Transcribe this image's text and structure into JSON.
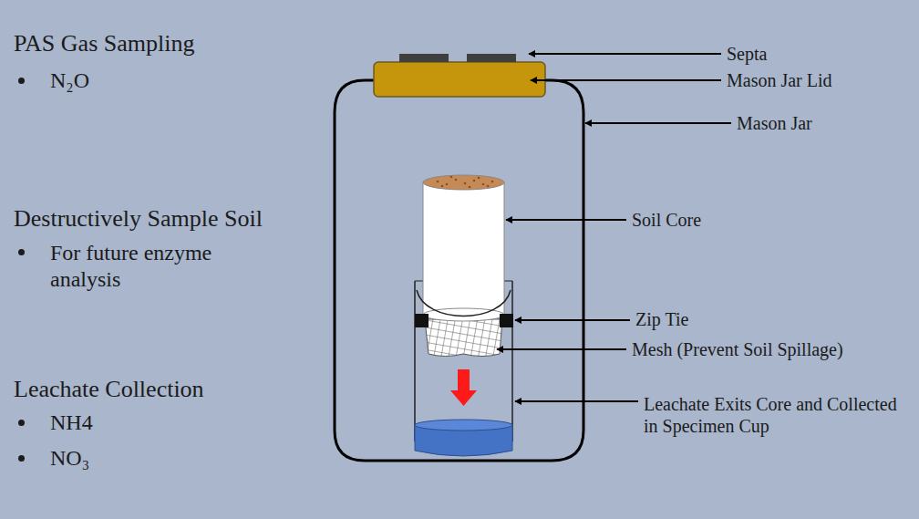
{
  "diagram": {
    "labels": [
      "PAS Gas Sampling",
      "N₂O",
      "Destructively Sample Soil",
      "For future enzyme analysis",
      "Leachate Collection",
      "NH4",
      "NO₃",
      "Septa",
      "Mason Jar Lid",
      "Mason Jar",
      "Soil Core",
      "Zip Tie",
      "Mesh (Prevent Soil Spillage)",
      "Leachate Exits Core and Collected in Specimen Cup"
    ]
  }
}
